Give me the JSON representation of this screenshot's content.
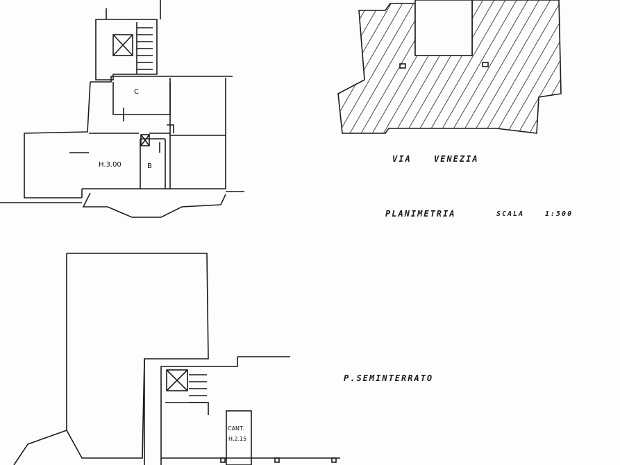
{
  "street": {
    "via": "VIA",
    "name": "VENEZIA"
  },
  "plan_title": {
    "planimetria": "PLANIMETRIA",
    "scala": "SCALA",
    "ratio": "1:500"
  },
  "basement_title": "P.SEMINTERRATO",
  "rooms": {
    "c": "C",
    "b": "B",
    "height": "H.3.00",
    "cantina_1": "CANT.",
    "cantina_2": "H.2.15"
  },
  "colors": {
    "ink": "#1a1a1a",
    "paper": "#fdfdfb"
  }
}
